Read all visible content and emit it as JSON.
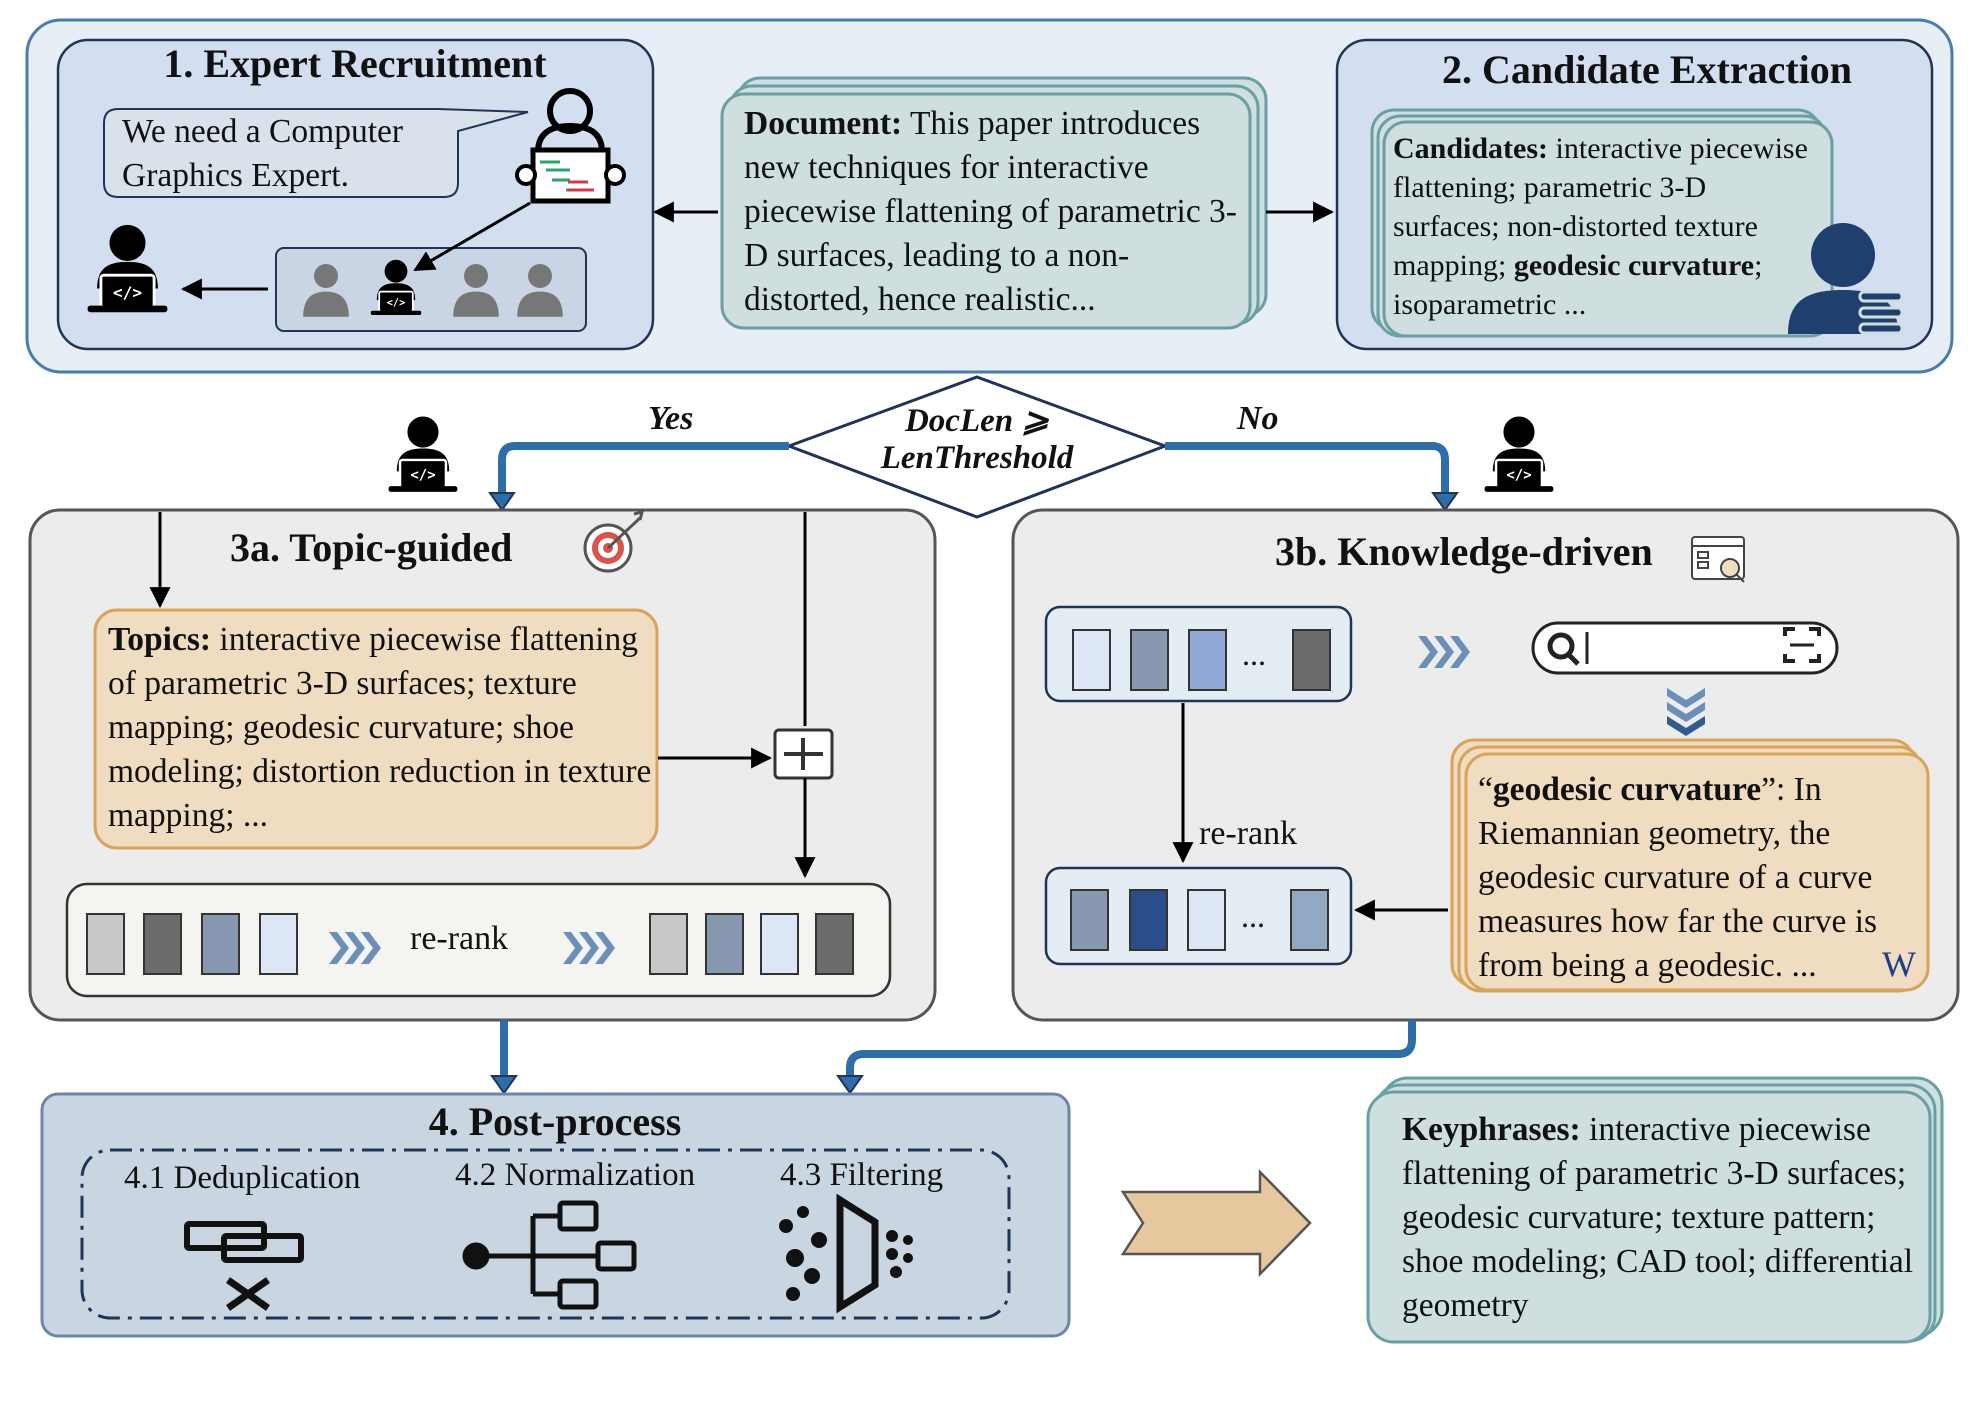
{
  "expert_recruitment": {
    "title": "1. Expert Recruitment",
    "speech": "We need a Computer Graphics Expert."
  },
  "document": {
    "label": "Document:",
    "text": "This paper introduces new techniques for interactive piecewise flattening of parametric 3-D surfaces, leading to a non-distorted, hence realistic..."
  },
  "candidate_extraction": {
    "title": "2. Candidate Extraction",
    "label": "Candidates:",
    "text_before": "interactive piecewise flattening; parametric 3-D surfaces; non-distorted texture mapping;",
    "text_bold": "geodesic curvature",
    "text_after": "; isoparametric ..."
  },
  "decision": {
    "line1": "DocLen ⩾",
    "line2": "LenThreshold",
    "yes": "Yes",
    "no": "No"
  },
  "topic_guided": {
    "title": "3a. Topic-guided",
    "label": "Topics:",
    "text": "interactive piecewise flattening of parametric 3-D surfaces; texture mapping; geodesic curvature; shoe modeling; distortion reduction in texture mapping; ...",
    "rerank": "re-rank"
  },
  "knowledge_driven": {
    "title": "3b. Knowledge-driven",
    "dots_top": "...",
    "dots_bottom": "...",
    "rerank": "re-rank",
    "quote_open": "“",
    "term": "geodesic curvature",
    "quote_close": "”",
    "definition": ": In Riemannian geometry, the geodesic curvature of a curve measures how far the curve is from being a geodesic. ...",
    "wiki": "W"
  },
  "post_process": {
    "title": "4. Post-process",
    "steps": [
      "4.1 Deduplication",
      "4.2 Normalization",
      "4.3 Filtering"
    ]
  },
  "keyphrases": {
    "label": "Keyphrases:",
    "text": "interactive piecewise flattening of parametric 3-D surfaces; geodesic curvature; texture pattern; shoe modeling; CAD tool; differential geometry"
  },
  "colors": {
    "top_panel": "#e8eef6",
    "sub_panel": "#d3def0",
    "doc_card": "#cfdfe0",
    "doc_border": "#6aa0a3",
    "gray_panel": "#ececec",
    "orange_card": "#f0dcc0",
    "orange_border": "#d9a35c",
    "post_panel": "#c9d6e2",
    "arrow_blue": "#2e6ea8",
    "navy": "#1f3456",
    "cand_blue": "#1f3f6e"
  },
  "icons": [
    "speaker-person-icon",
    "expert-laptop-icon",
    "candidate-person-icon",
    "target-icon",
    "browser-search-icon",
    "search-bar-icon",
    "chevron-icon",
    "wikipedia-icon",
    "deduplication-icon",
    "normalization-icon",
    "filtering-icon",
    "big-arrow-icon"
  ]
}
